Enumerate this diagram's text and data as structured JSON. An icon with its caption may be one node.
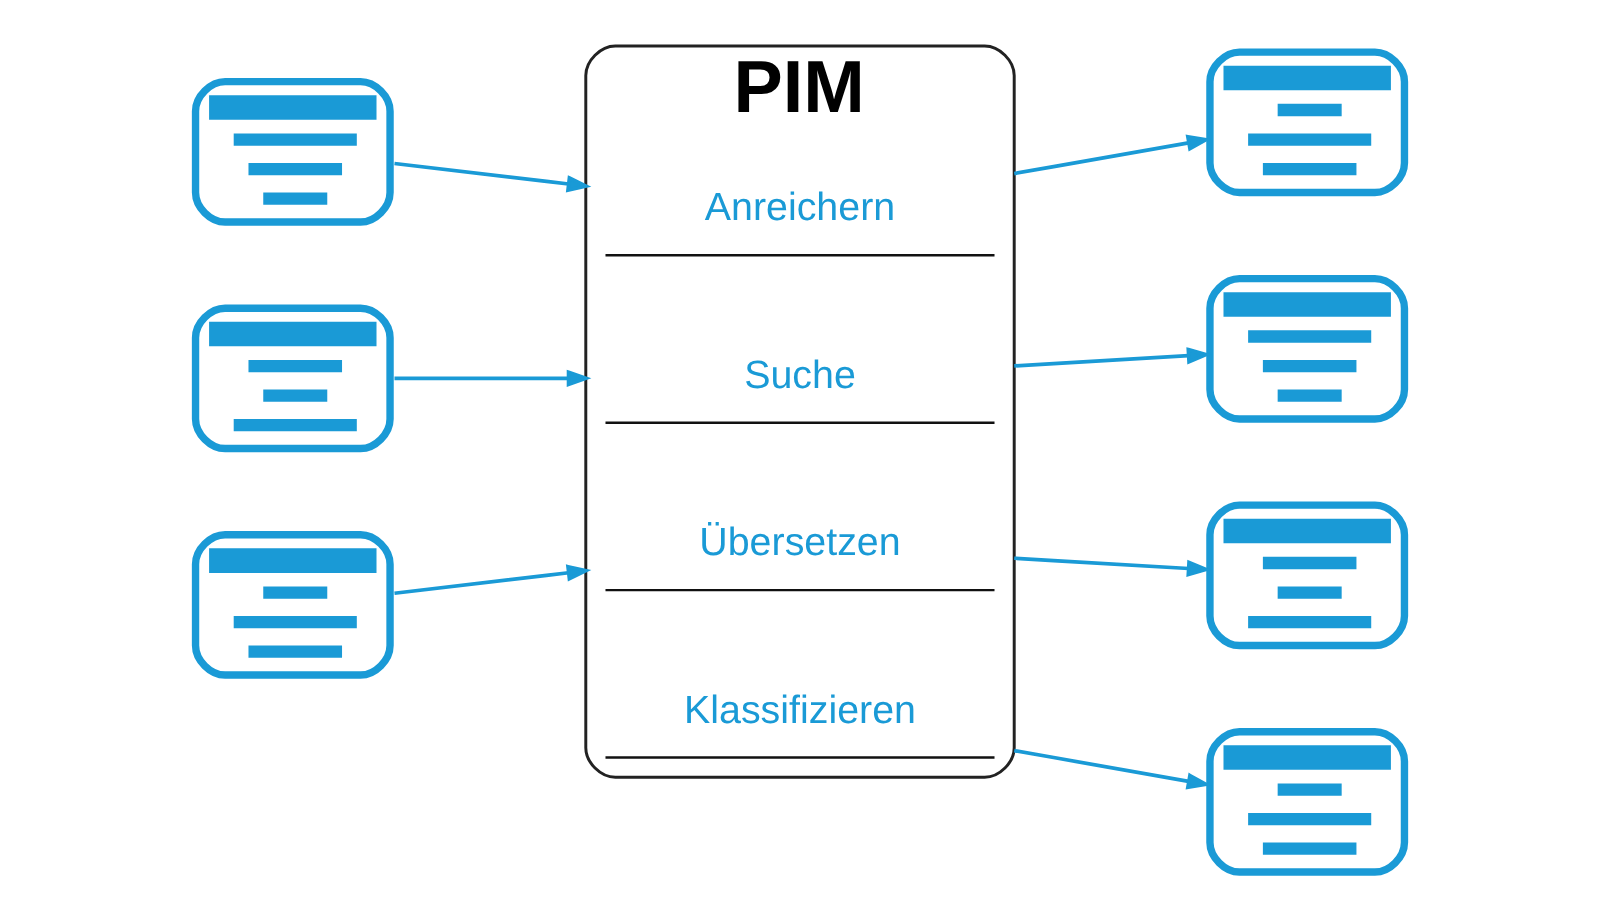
{
  "diagram": {
    "nodes": [
      {
        "text": [],
        "shape": "picture"
      },
      {
        "text": [],
        "shape": "picture"
      },
      {
        "text": [],
        "shape": "picture"
      },
      {
        "text": [
          "PIM"
        ]
      },
      {
        "text": [
          "Anreichern"
        ],
        "in": 3
      },
      {
        "text": [
          "Suche"
        ],
        "in": 3
      },
      {
        "text": [
          "Übersetzen"
        ],
        "in": 3
      },
      {
        "text": [
          "Klassifizieren"
        ],
        "in": 3
      },
      {
        "text": [],
        "shape": "picture"
      },
      {
        "text": [],
        "shape": "picture"
      },
      {
        "text": [],
        "shape": "picture"
      },
      {
        "text": [],
        "shape": "picture"
      }
    ],
    "edges": [
      {
        "from": 0,
        "to": 3,
        "arrow": "to"
      },
      {
        "from": 1,
        "to": 3,
        "arrow": "to"
      },
      {
        "from": 2,
        "to": 3,
        "arrow": "to"
      },
      {
        "from": 3,
        "to": 8,
        "arrow": "to"
      },
      {
        "from": 3,
        "to": 9,
        "arrow": "to"
      },
      {
        "from": 3,
        "to": 10,
        "arrow": "to"
      },
      {
        "from": 3,
        "to": 11,
        "arrow": "to"
      }
    ]
  }
}
